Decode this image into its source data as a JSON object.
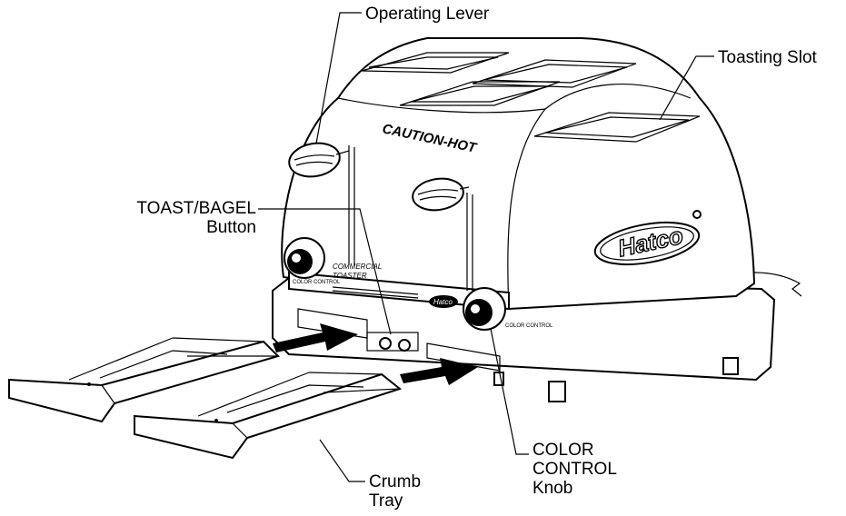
{
  "labels": {
    "operating_lever": "Operating Lever",
    "toasting_slot": "Toasting Slot",
    "toast_bagel_line1": "TOAST/BAGEL",
    "toast_bagel_line2": "Button",
    "color_control_line1": "COLOR",
    "color_control_line2": "CONTROL",
    "color_control_line3": "Knob",
    "crumb_tray_line1": "Crumb",
    "crumb_tray_line2": "Tray"
  },
  "toaster_markings": {
    "warning": "CAUTION-HOT",
    "brand": "Hatco",
    "panel_title_line1": "COMMERCIAL",
    "panel_title_line2": "TOASTER",
    "panel_left_label": "COLOR CONTROL",
    "panel_right_label": "COLOR CONTROL"
  }
}
